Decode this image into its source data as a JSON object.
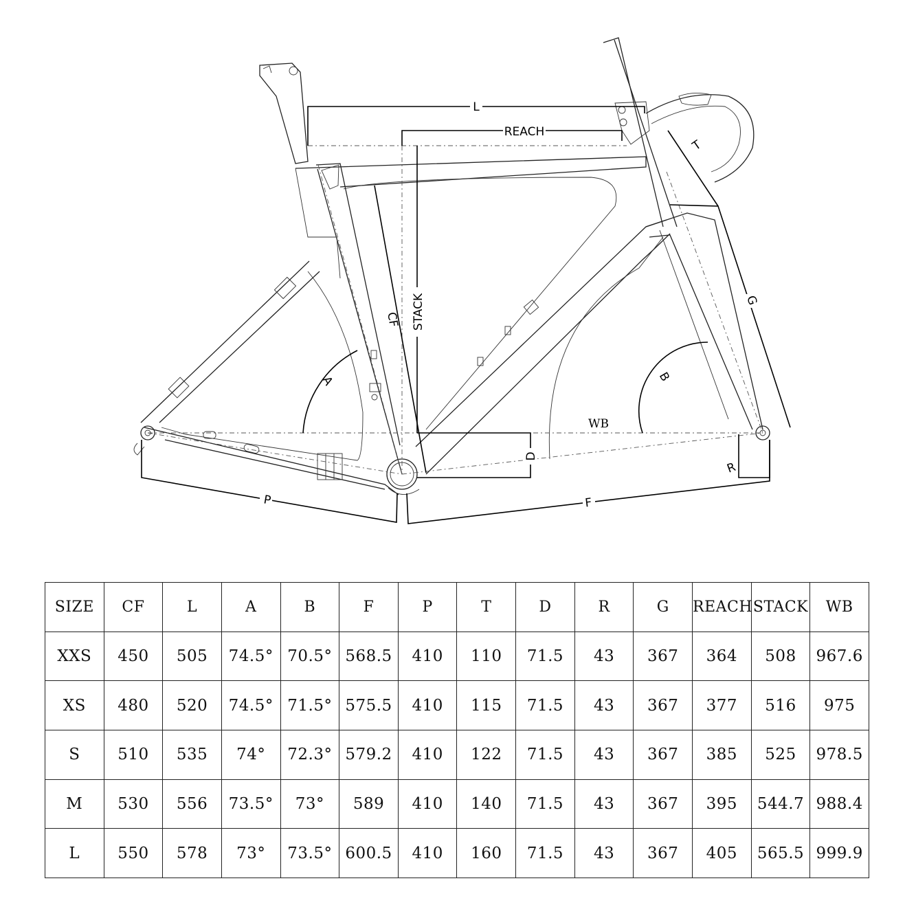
{
  "diagram": {
    "labels": {
      "L": "L",
      "REACH": "REACH",
      "STACK": "STACK",
      "CF": "CF",
      "A": "A",
      "B": "B",
      "G": "G",
      "T": "T",
      "D": "D",
      "R": "R",
      "P": "P",
      "F": "F",
      "WB": "WB"
    }
  },
  "table": {
    "headers": [
      "SIZE",
      "CF",
      "L",
      "A",
      "B",
      "F",
      "P",
      "T",
      "D",
      "R",
      "G",
      "REACH",
      "STACK",
      "WB"
    ],
    "rows": [
      [
        "XXS",
        "450",
        "505",
        "74.5°",
        "70.5°",
        "568.5",
        "410",
        "110",
        "71.5",
        "43",
        "367",
        "364",
        "508",
        "967.6"
      ],
      [
        "XS",
        "480",
        "520",
        "74.5°",
        "71.5°",
        "575.5",
        "410",
        "115",
        "71.5",
        "43",
        "367",
        "377",
        "516",
        "975"
      ],
      [
        "S",
        "510",
        "535",
        "74°",
        "72.3°",
        "579.2",
        "410",
        "122",
        "71.5",
        "43",
        "367",
        "385",
        "525",
        "978.5"
      ],
      [
        "M",
        "530",
        "556",
        "73.5°",
        "73°",
        "589",
        "410",
        "140",
        "71.5",
        "43",
        "367",
        "395",
        "544.7",
        "988.4"
      ],
      [
        "L",
        "550",
        "578",
        "73°",
        "73.5°",
        "600.5",
        "410",
        "160",
        "71.5",
        "43",
        "367",
        "405",
        "565.5",
        "999.9"
      ]
    ]
  }
}
